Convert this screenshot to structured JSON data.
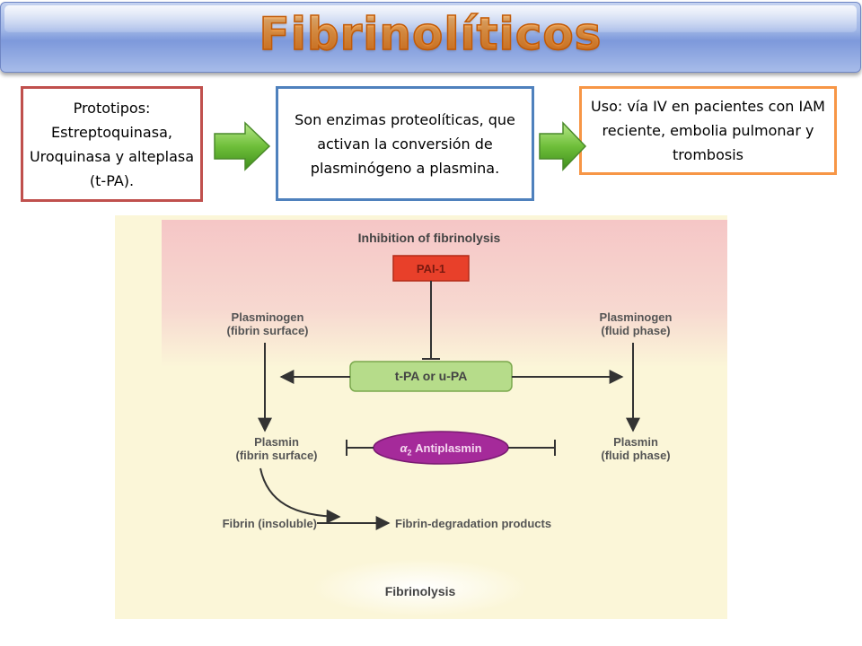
{
  "title": "Fibrinolíticos",
  "boxes": {
    "prototypes": "Prototipos: Estreptoquinasa, Uroquinasa y alteplasa (t-PA).",
    "mechanism": "Son enzimas proteolíticas, que activan la conversión de plasminógeno a plasmina.",
    "use": "Uso: vía IV en pacientes con IAM reciente, embolia pulmonar y trombosis"
  },
  "diagram": {
    "header": "Inhibition of fibrinolysis",
    "inhibitor": "PAI-1",
    "activator": "t-PA or u-PA",
    "plasminogen_surface_1": "Plasminogen",
    "plasminogen_surface_2": "(fibrin surface)",
    "plasminogen_fluid_1": "Plasminogen",
    "plasminogen_fluid_2": "(fluid phase)",
    "plasmin_surface_1": "Plasmin",
    "plasmin_surface_2": "(fibrin surface)",
    "plasmin_fluid_1": "Plasmin",
    "plasmin_fluid_2": "(fluid phase)",
    "antiplasmin_symbol": "α",
    "antiplasmin_sub": "2",
    "antiplasmin_label": "Antiplasmin",
    "fibrin": "Fibrin (insoluble)",
    "products": "Fibrin-degradation products",
    "footer": "Fibrinolysis"
  },
  "colors": {
    "box1_border": "#c0504d",
    "box2_border": "#4f81bd",
    "box3_border": "#f79646",
    "arrow_green": "#6fbf3a",
    "pai_red": "#e8402a",
    "activator_green": "#b6dc8a",
    "antiplasmin_purple": "#a52a9a"
  }
}
